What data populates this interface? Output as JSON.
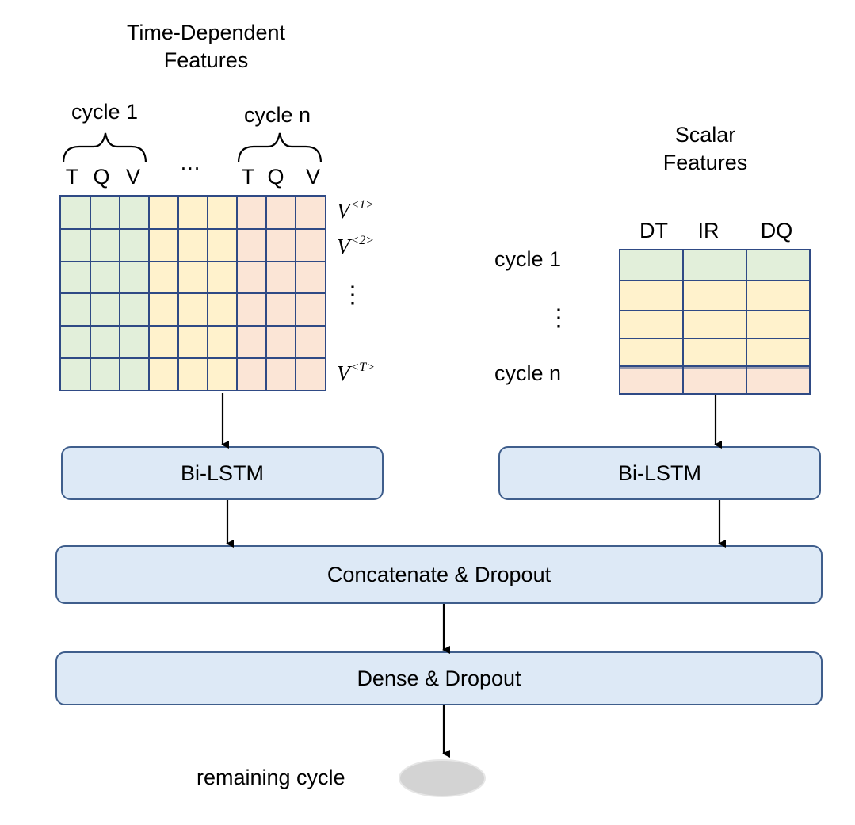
{
  "time_features": {
    "title_line1": "Time-Dependent",
    "title_line2": "Features",
    "cycle_first": "cycle 1",
    "cycle_last": "cycle n",
    "col_labels_first": [
      "T",
      "Q",
      "V"
    ],
    "col_labels_last": [
      "T",
      "Q",
      "V"
    ],
    "ellipsis": "…",
    "row_label_base": "V",
    "row_labels": [
      "<1>",
      "<2>",
      "<T>"
    ],
    "vertical_ellipsis": "⋮",
    "colors": {
      "green": "#e2efda",
      "yellow": "#fff2cc",
      "red": "#fbe5d6",
      "border": "#2f4a85"
    }
  },
  "scalar_features": {
    "title_line1": "Scalar",
    "title_line2": "Features",
    "columns": [
      "DT",
      "IR",
      "DQ"
    ],
    "row_first": "cycle 1",
    "row_last": "cycle n",
    "vertical_ellipsis": "⋮"
  },
  "blocks": {
    "bilstm_left": "Bi-LSTM",
    "bilstm_right": "Bi-LSTM",
    "concat": "Concatenate & Dropout",
    "dense": "Dense & Dropout"
  },
  "output": {
    "label": "remaining cycle"
  }
}
